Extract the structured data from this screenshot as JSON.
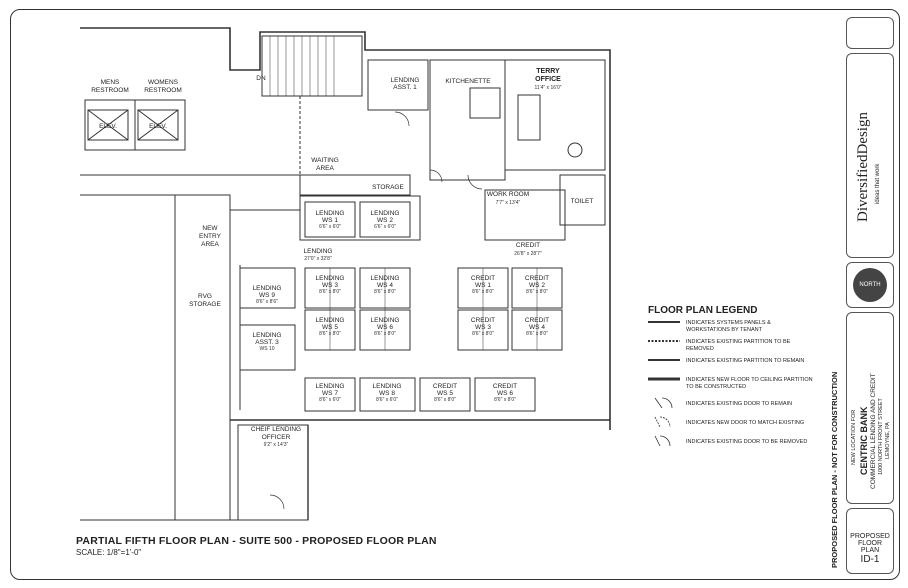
{
  "plan": {
    "title": "PARTIAL FIFTH FLOOR PLAN - SUITE 500 - PROPOSED FLOOR PLAN",
    "scale": "SCALE: 1/8\"=1'-0\"",
    "side_note": "PROPOSED FLOOR PLAN - NOT FOR CONSTRUCTION"
  },
  "rooms": {
    "mens": "MENS\nRESTROOM",
    "mens_1": "MENS",
    "mens_2": "RESTROOM",
    "womens_1": "WOMENS",
    "womens_2": "RESTROOM",
    "elev_1": "ELEV.",
    "elev_2": "ELEV.",
    "dn": "DN",
    "lending_asst1_1": "LENDING",
    "lending_asst1_2": "ASST. 1",
    "kitchenette": "KITCHENETTE",
    "terry_1": "TERRY",
    "terry_2": "OFFICE",
    "terry_dim": "11'4\" x 16'0\"",
    "waiting_1": "WAITING",
    "waiting_2": "AREA",
    "storage": "STORAGE",
    "work_room": "WORK ROOM",
    "work_room_dim": "7'7\" x 13'4\"",
    "toilet": "TOILET",
    "new_entry_1": "NEW",
    "new_entry_2": "ENTRY",
    "new_entry_3": "AREA",
    "lending": "LENDING",
    "lending_dim": "27'0\" x 32'8\"",
    "credit": "CREDIT",
    "credit_dim": "26'8\" x 28'7\"",
    "rvg_1": "RVG",
    "rvg_2": "STORAGE",
    "chief_1": "CHEIF LENDING",
    "chief_2": "OFFICER",
    "chief_dim": "9'2\" x 14'3\""
  },
  "workstations": [
    {
      "name": "LENDING",
      "num": "WS 1",
      "dim": "6'6\" x 6'0\""
    },
    {
      "name": "LENDING",
      "num": "WS 2",
      "dim": "6'6\" x 6'0\""
    },
    {
      "name": "LENDING",
      "num": "WS 3",
      "dim": "8'6\" x 8'0\""
    },
    {
      "name": "LENDING",
      "num": "WS 4",
      "dim": "8'6\" x 8'0\""
    },
    {
      "name": "LENDING",
      "num": "WS 5",
      "dim": "8'6\" x 8'0\""
    },
    {
      "name": "LENDING",
      "num": "WS 6",
      "dim": "8'6\" x 8'0\""
    },
    {
      "name": "LENDING",
      "num": "WS 7",
      "dim": "8'6\" x 6'0\""
    },
    {
      "name": "LENDING",
      "num": "WS 8",
      "dim": "8'6\" x 6'0\""
    },
    {
      "name": "LENDING",
      "num": "WS 9",
      "dim": "8'6\" x 8'6\""
    },
    {
      "name": "LENDING",
      "num": "ASST. 3",
      "dim": "WS 10"
    },
    {
      "name": "CREDIT",
      "num": "WS 1",
      "dim": "8'6\" x 8'0\""
    },
    {
      "name": "CREDIT",
      "num": "WS 2",
      "dim": "8'6\" x 8'0\""
    },
    {
      "name": "CREDIT",
      "num": "WS 3",
      "dim": "8'6\" x 8'0\""
    },
    {
      "name": "CREDIT",
      "num": "WS 4",
      "dim": "8'6\" x 8'0\""
    },
    {
      "name": "CREDIT",
      "num": "WS 5",
      "dim": "8'6\" x 8'0\""
    },
    {
      "name": "CREDIT",
      "num": "WS 6",
      "dim": "8'6\" x 8'0\""
    }
  ],
  "legend": {
    "title": "FLOOR PLAN LEGEND",
    "items": [
      "INDICATES SYSTEMS PANELS & WORKSTATIONS BY TENANT",
      "INDICATES EXISTING PARTITION TO BE REMOVED",
      "INDICATES EXISTING PARTITION TO REMAIN",
      "INDICATES NEW FLOOR TO CEILING PARTITION TO BE CONSTRUCTED",
      "INDICATES EXISTING DOOR TO REMAIN",
      "INDICATES NEW DOOR TO MATCH EXISTING",
      "INDICATES EXISTING DOOR TO BE REMOVED"
    ]
  },
  "title_block": {
    "firm_name": "DiversifiedDesign",
    "firm_tag": "ideas that work",
    "project_new_location": "NEW LOCATION FOR",
    "client": "CENTRIC BANK",
    "client_sub": "COMMERCIAL LENDING AND CREDIT",
    "address": "1000 NORTH FRONT STREET",
    "city": "LEMOYNE, PA",
    "stamp": "NORTH",
    "sheet_title_1": "PROPOSED",
    "sheet_title_2": "FLOOR",
    "sheet_title_3": "PLAN",
    "sheet_no": "ID-1"
  }
}
